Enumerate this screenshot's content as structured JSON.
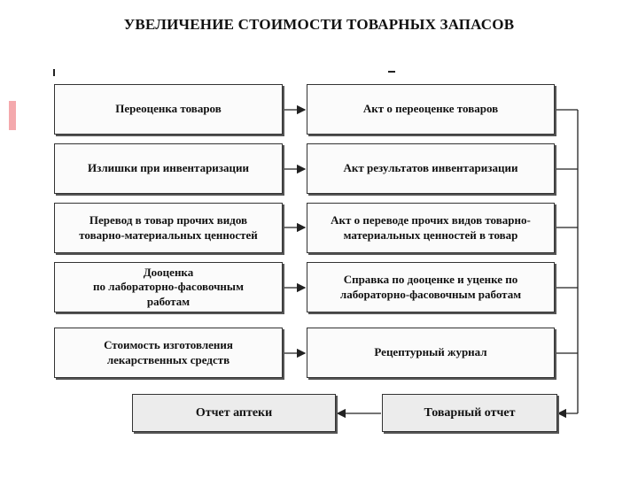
{
  "title": "УВЕЛИЧЕНИЕ СТОИМОСТИ ТОВАРНЫХ ЗАПАСОВ",
  "rows": [
    {
      "left": "Переоценка товаров",
      "right": "Акт о переоценке товаров"
    },
    {
      "left": "Излишки при инвентаризации",
      "right": "Акт результатов инвентаризации"
    },
    {
      "left_lines": [
        "Перевод в товар прочих видов",
        "товарно-материальных ценностей"
      ],
      "right_lines": [
        "Акт о переводе прочих видов товарно-",
        "материальных ценностей в товар"
      ]
    },
    {
      "left_lines": [
        "Дооценка",
        "по лабораторно-фасовочным",
        "работам"
      ],
      "right_lines": [
        "Справка по дооценке и уценке по",
        "лабораторно-фасовочным работам"
      ]
    },
    {
      "left_lines": [
        "Стоимость изготовления",
        "лекарственных средств"
      ],
      "right": "Рецептурный журнал"
    }
  ],
  "bottom": {
    "pharmacy_report": "Отчет аптеки",
    "goods_report": "Товарный отчет"
  }
}
